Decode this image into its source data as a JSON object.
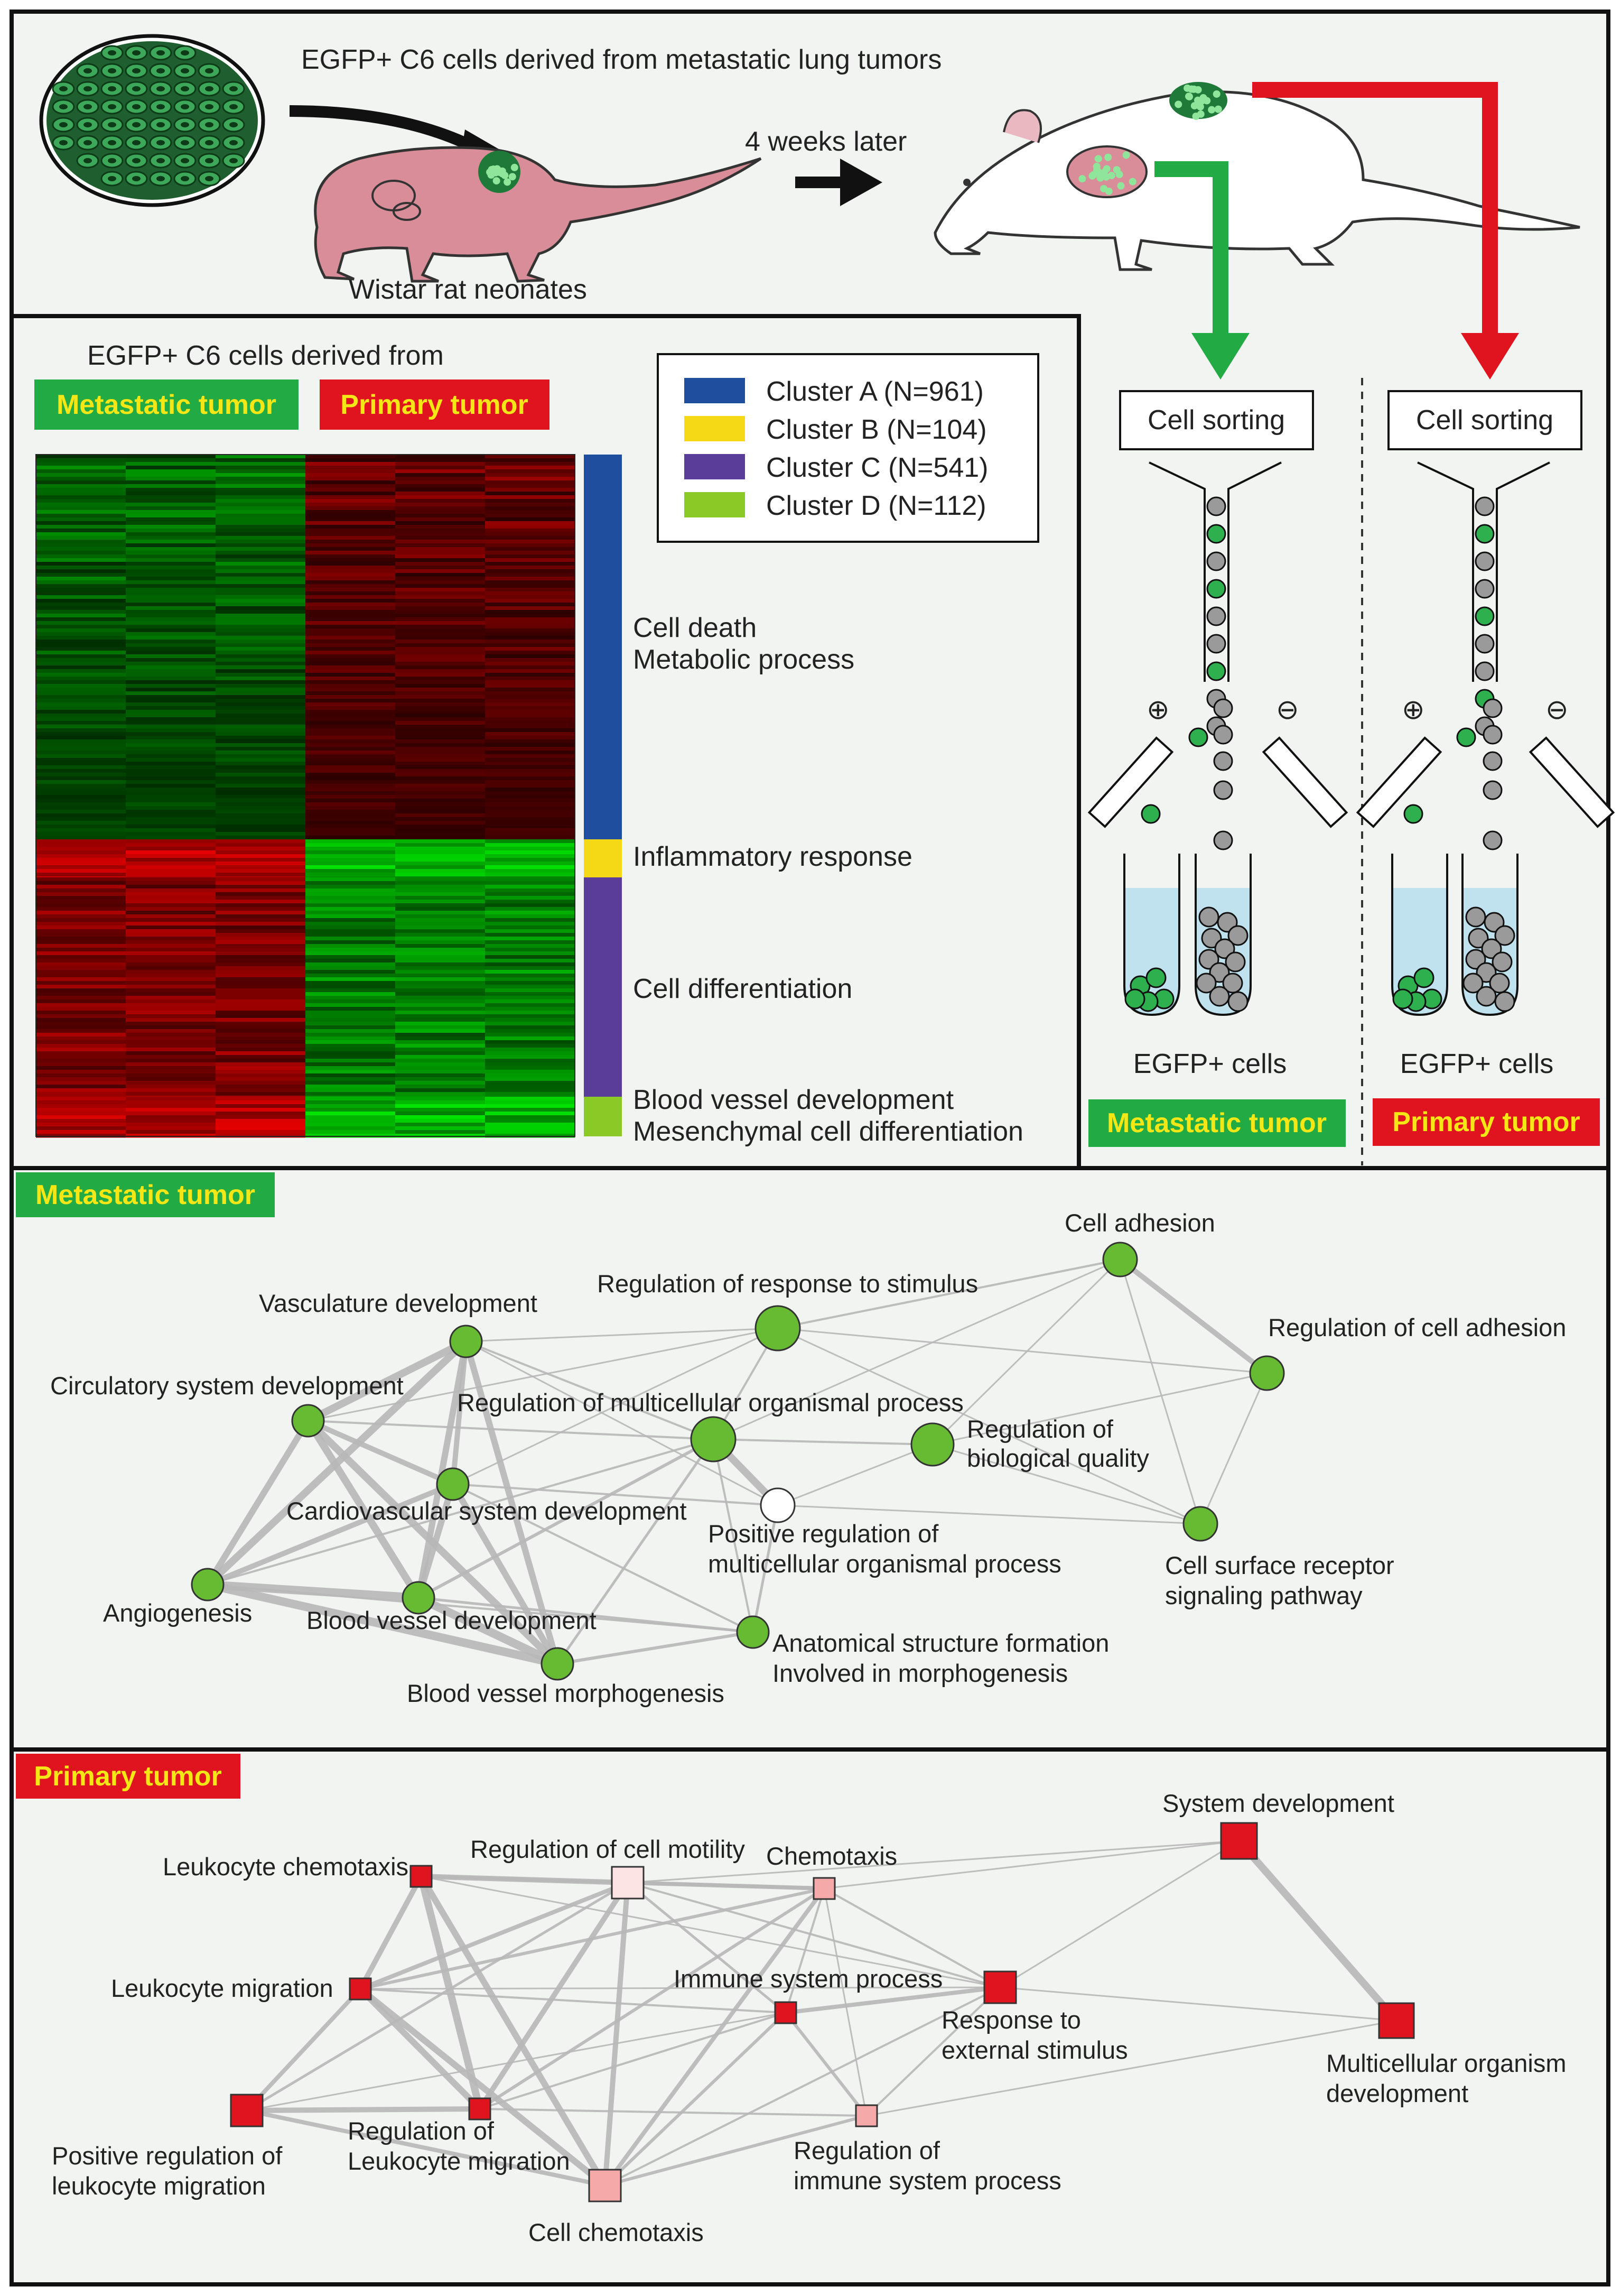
{
  "workflow": {
    "egfp_c6_label": "EGFP+ C6 cells derived from metastatic lung tumors",
    "neonate_label": "Wistar rat neonates",
    "time_label": "4 weeks later",
    "sorting_left": "Cell sorting",
    "sorting_right": "Cell sorting",
    "plus_symbol": "⊕",
    "minus_symbol": "⊖",
    "egfp_cells_left": "EGFP+ cells",
    "egfp_cells_right": "EGFP+ cells",
    "tag_metastatic": "Metastatic tumor",
    "tag_primary": "Primary tumor",
    "arrow_colors": {
      "metastatic": "#22aa44",
      "primary": "#e0141e"
    }
  },
  "heatmap": {
    "title": "EGFP+ C6 cells derived from",
    "col_group_metastatic": "Metastatic tumor",
    "col_group_primary": "Primary tumor",
    "legend": [
      {
        "label": "Cluster A (N=961)",
        "color": "#1f4e9e"
      },
      {
        "label": "Cluster B (N=104)",
        "color": "#f5d916"
      },
      {
        "label": "Cluster C (N=541)",
        "color": "#5a3d99"
      },
      {
        "label": "Cluster D (N=112)",
        "color": "#8ac926"
      }
    ],
    "annotations": {
      "a1": "Cell death",
      "a2": "Metabolic process",
      "b": "Inflammatory response",
      "c": "Cell differentiation",
      "d1": "Blood vessel development",
      "d2": "Mesenchymal cell differentiation"
    }
  },
  "network_metastatic": {
    "tag": "Metastatic tumor",
    "node_color": "#66bb33",
    "labels": {
      "cell_adhesion": "Cell adhesion",
      "reg_response": "Regulation of response to stimulus",
      "vasculature": "Vasculature development",
      "reg_cell_adhesion": "Regulation of cell adhesion",
      "circulatory": "Circulatory system development",
      "reg_multicellular": "Regulation of multicellular organismal process",
      "reg_bio_1": "Regulation of",
      "reg_bio_2": "biological quality",
      "cardiovascular": "Cardiovascular system development",
      "pos_reg_1": "Positive regulation of",
      "pos_reg_2": "multicellular organismal process",
      "surface_1": "Cell surface receptor",
      "surface_2": "signaling pathway",
      "angiogenesis": "Angiogenesis",
      "bv_development": "Blood vessel development",
      "anat_1": "Anatomical structure formation",
      "anat_2": "Involved in morphogenesis",
      "bv_morphogenesis": "Blood vessel morphogenesis"
    }
  },
  "network_primary": {
    "tag": "Primary tumor",
    "labels": {
      "system_dev": "System development",
      "reg_motility": "Regulation of cell motility",
      "chemotaxis": "Chemotaxis",
      "leuko_chemotaxis": "Leukocyte chemotaxis",
      "leuko_migration": "Leukocyte migration",
      "immune_process": "Immune system process",
      "response_1": "Response to",
      "response_2": "external stimulus",
      "multicell_1": "Multicellular organism",
      "multicell_2": "development",
      "pos_reg_1": "Positive regulation of",
      "pos_reg_2": "leukocyte migration",
      "reg_leuko_1": "Regulation of",
      "reg_leuko_2": "Leukocyte migration",
      "reg_immune_1": "Regulation of",
      "reg_immune_2": "immune system process",
      "cell_chemotaxis": "Cell chemotaxis"
    }
  }
}
